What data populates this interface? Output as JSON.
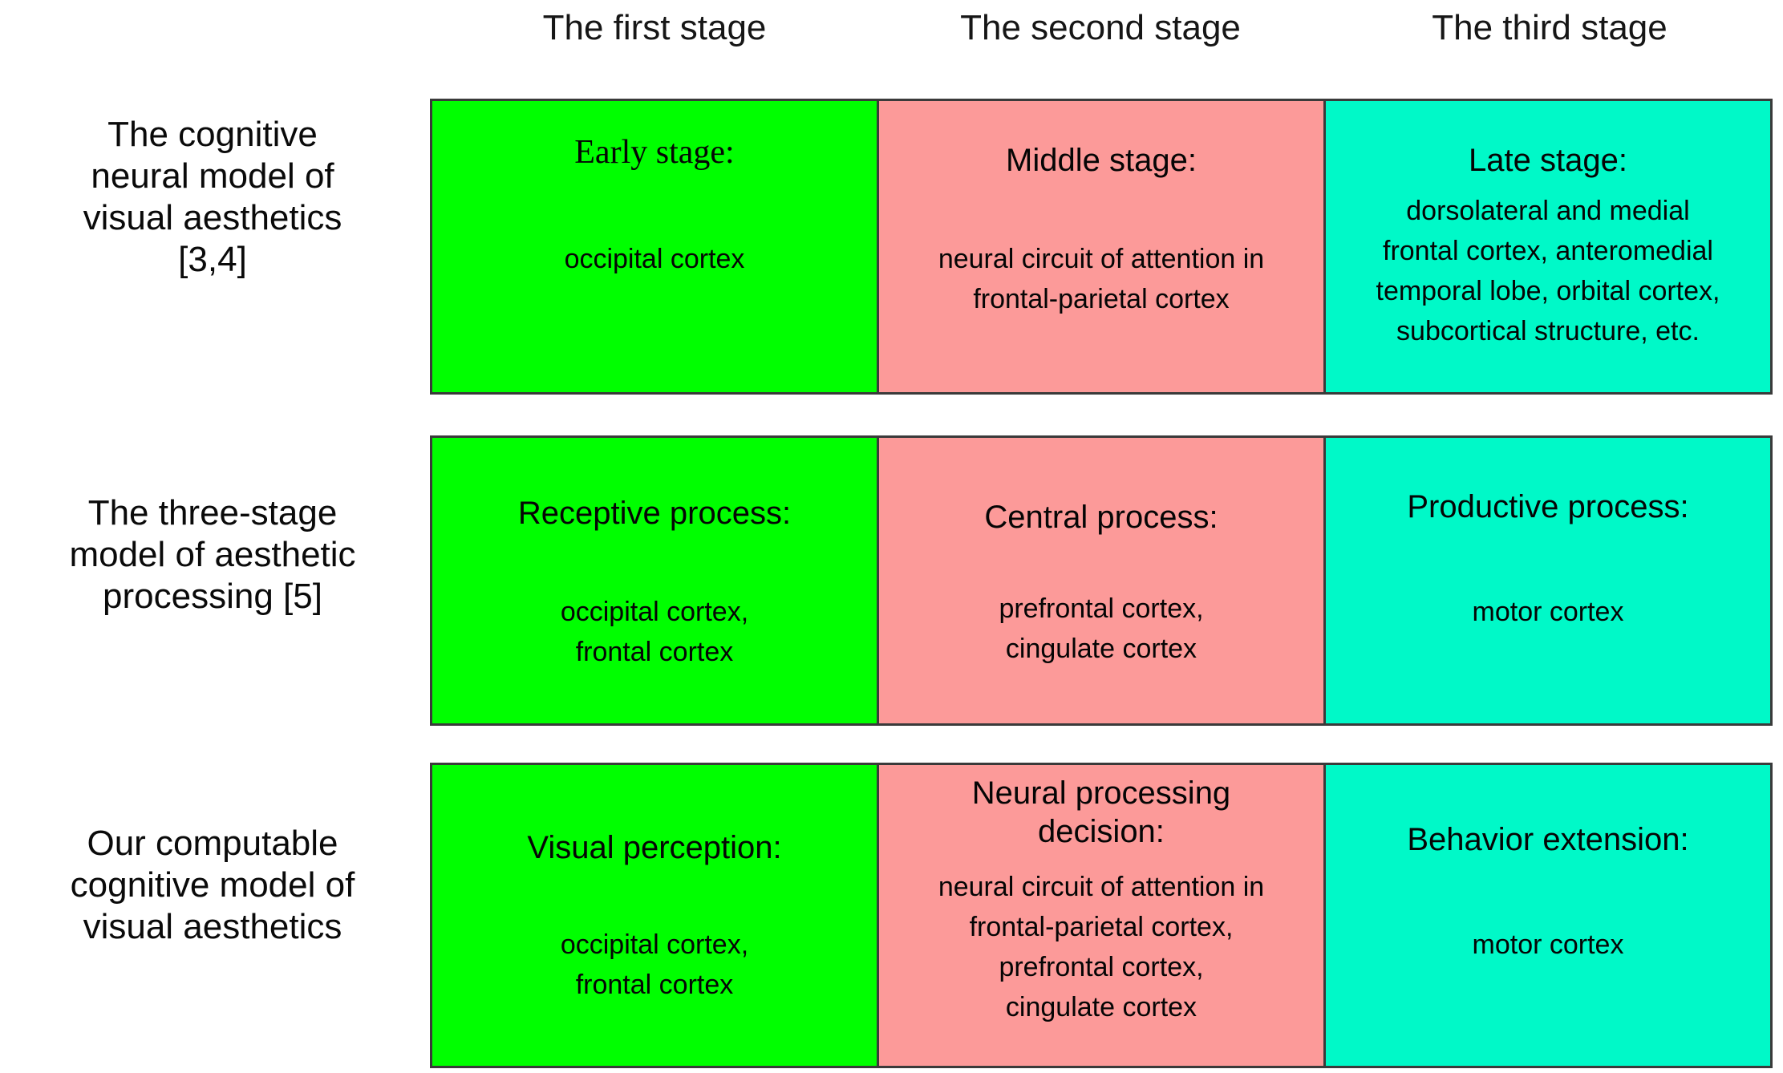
{
  "figure": {
    "colors": {
      "stage1": "#00FF00",
      "stage2": "#FC9A99",
      "stage3": "#00F9C8",
      "border": "#3A3A3A"
    },
    "columns": [
      {
        "label": "The first stage"
      },
      {
        "label": "The second stage"
      },
      {
        "label": "The third stage"
      }
    ],
    "rows": [
      {
        "label": "The cognitive\nneural model of\nvisual aesthetics\n[3,4]",
        "boxes": [
          {
            "title": "Early stage:",
            "body": "occipital cortex"
          },
          {
            "title": "Middle stage:",
            "body": "neural circuit of attention in\nfrontal-parietal cortex"
          },
          {
            "title": "Late stage:",
            "body": "dorsolateral and medial\nfrontal cortex, anteromedial\ntemporal lobe, orbital cortex,\nsubcortical structure, etc."
          }
        ]
      },
      {
        "label": "The three-stage\nmodel of aesthetic\nprocessing [5]",
        "boxes": [
          {
            "title": "Receptive process:",
            "body": "occipital cortex,\nfrontal cortex"
          },
          {
            "title": "Central process:",
            "body": "prefrontal cortex,\ncingulate cortex"
          },
          {
            "title": "Productive process:",
            "body": "motor cortex"
          }
        ]
      },
      {
        "label": "Our computable\ncognitive model of\nvisual aesthetics",
        "boxes": [
          {
            "title": "Visual perception:",
            "body": "occipital cortex,\nfrontal cortex"
          },
          {
            "title": "Neural processing\ndecision:",
            "body": "neural circuit of attention in\nfrontal-parietal cortex,\nprefrontal cortex,\ncingulate cortex"
          },
          {
            "title": "Behavior extension:",
            "body": "motor cortex"
          }
        ]
      }
    ]
  }
}
